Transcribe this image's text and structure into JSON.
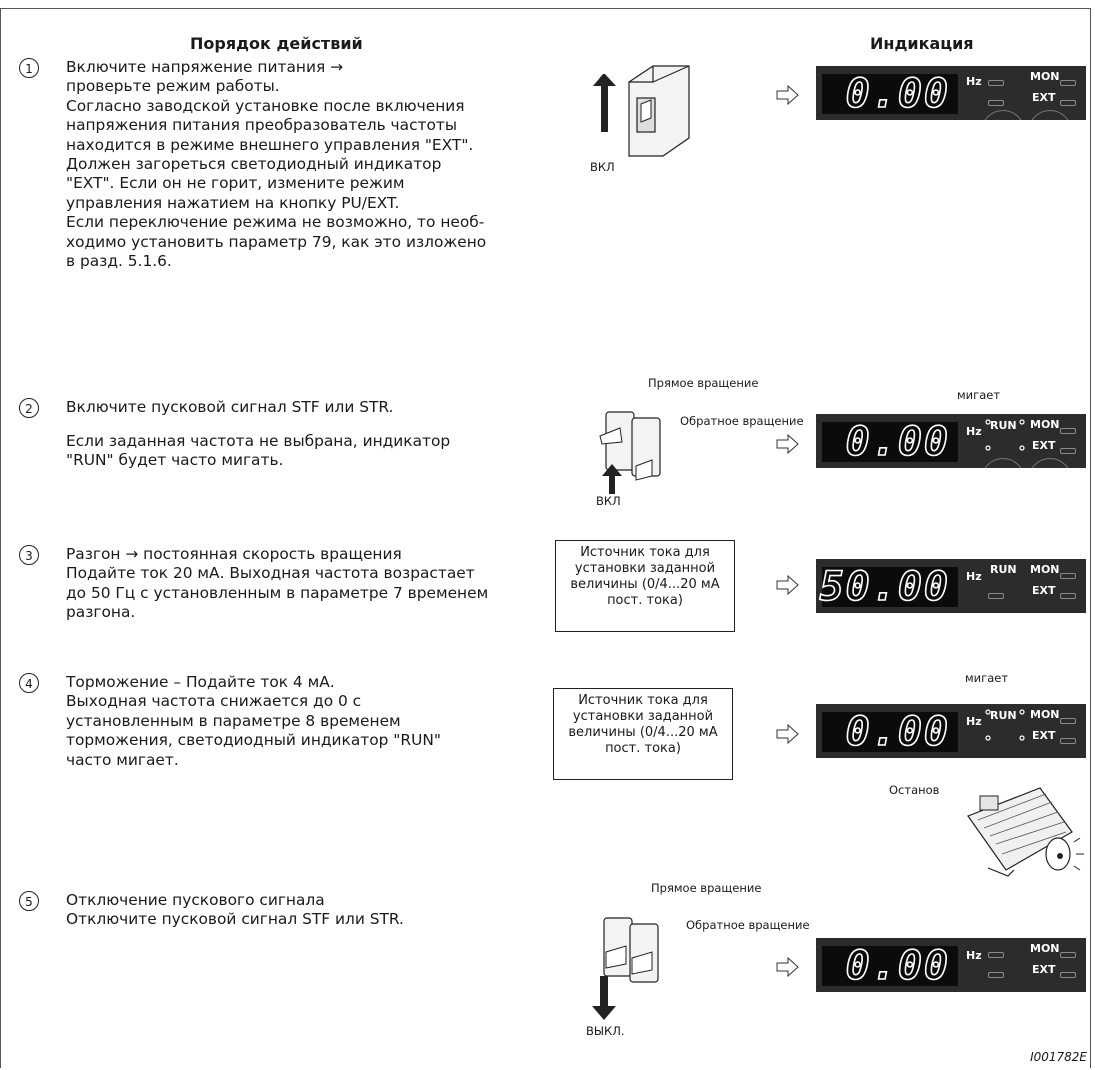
{
  "headers": {
    "left": "Порядок действий",
    "right": "Индикация"
  },
  "steps": [
    {
      "num": "1",
      "text": "Включите напряжение питания →\nпроверьте режим работы.\nСогласно заводской установке после включения\nнапряжения питания преобразователь частоты\nнаходится в режиме внешнего управления \"EXT\".\nДолжен загореться светодиодный индикатор\n\"EXT\". Если он не горит, измените режим\nуправления нажатием на кнопку PU/EXT.\nЕсли переключение режима не возможно, то необ-\nходимо установить параметр 79, как это изложено\nв разд. 5.1.6."
    },
    {
      "num": "2",
      "text": "Включите пусковой сигнал STF или STR.",
      "text2": "Если заданная частота не выбрана, индикатор\n\"RUN\" будет часто мигать."
    },
    {
      "num": "3",
      "text": "Разгон → постоянная скорость вращения\nПодайте ток 20 мА. Выходная частота возрастает\nдо 50 Гц  с установленным в параметре 7 временем\nразгона."
    },
    {
      "num": "4",
      "text": "Торможение – Подайте ток 4 мА.\nВыходная частота снижается до 0 с\nустановленным в параметре 8 временем\nторможения, светодиодный индикатор \"RUN\"\nчасто мигает."
    },
    {
      "num": "5",
      "text": "Отключение пускового сигнала\nОтключите пусковой сигнал STF или STR."
    }
  ],
  "labels": {
    "on": "ВКЛ",
    "off": "ВЫКЛ.",
    "forward": "Прямое\nвращение",
    "reverse": "Обратное\nвращение",
    "blinking": "мигает",
    "stop": "Останов",
    "current_source": "Источник тока для\nустановки заданной\nвеличины\n(0/4...20 мА пост. тока)"
  },
  "panel": {
    "hz": "Hz",
    "run": "RUN",
    "mon": "MON",
    "ext": "EXT"
  },
  "displays": [
    "0.00",
    "0.00",
    "50.00",
    "0.00",
    "0.00"
  ],
  "figure_code": "I001782E"
}
